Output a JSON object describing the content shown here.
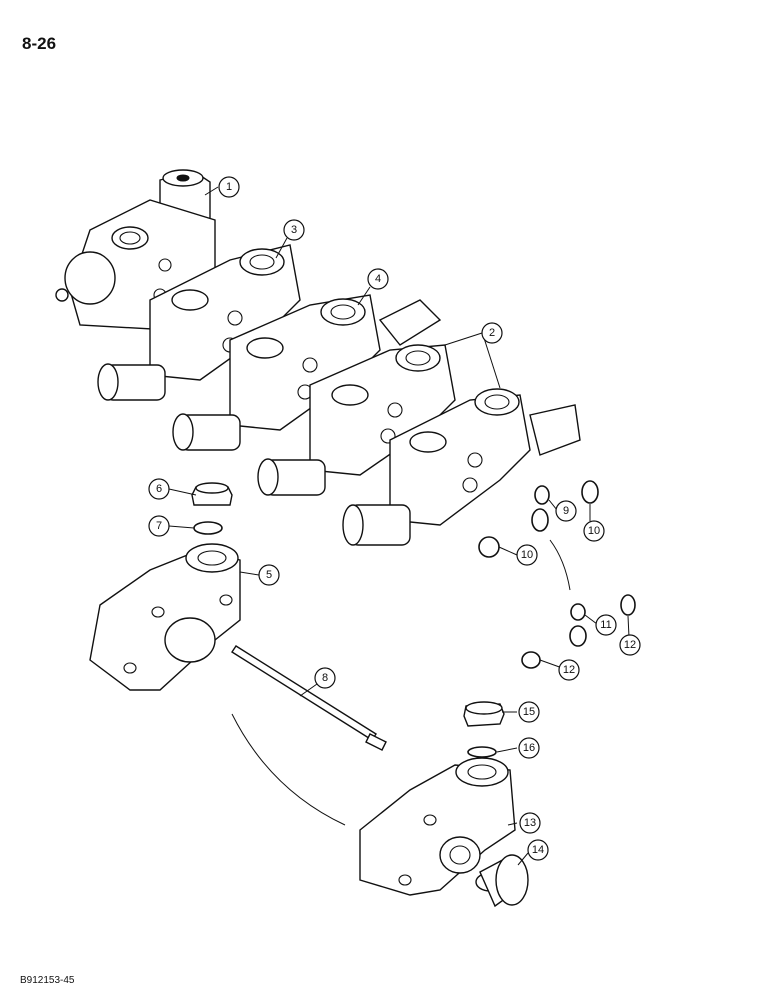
{
  "page": {
    "number": "8-26",
    "figure_code": "B912153-45"
  },
  "callouts": [
    {
      "id": "c1",
      "label": "1"
    },
    {
      "id": "c3",
      "label": "3"
    },
    {
      "id": "c4",
      "label": "4"
    },
    {
      "id": "c2",
      "label": "2"
    },
    {
      "id": "c6",
      "label": "6"
    },
    {
      "id": "c7",
      "label": "7"
    },
    {
      "id": "c5",
      "label": "5"
    },
    {
      "id": "c9",
      "label": "9"
    },
    {
      "id": "c10a",
      "label": "10"
    },
    {
      "id": "c10b",
      "label": "10"
    },
    {
      "id": "c11",
      "label": "11"
    },
    {
      "id": "c12a",
      "label": "12"
    },
    {
      "id": "c12b",
      "label": "12"
    },
    {
      "id": "c8",
      "label": "8"
    },
    {
      "id": "c15",
      "label": "15"
    },
    {
      "id": "c16",
      "label": "16"
    },
    {
      "id": "c13",
      "label": "13"
    },
    {
      "id": "c14",
      "label": "14"
    }
  ]
}
